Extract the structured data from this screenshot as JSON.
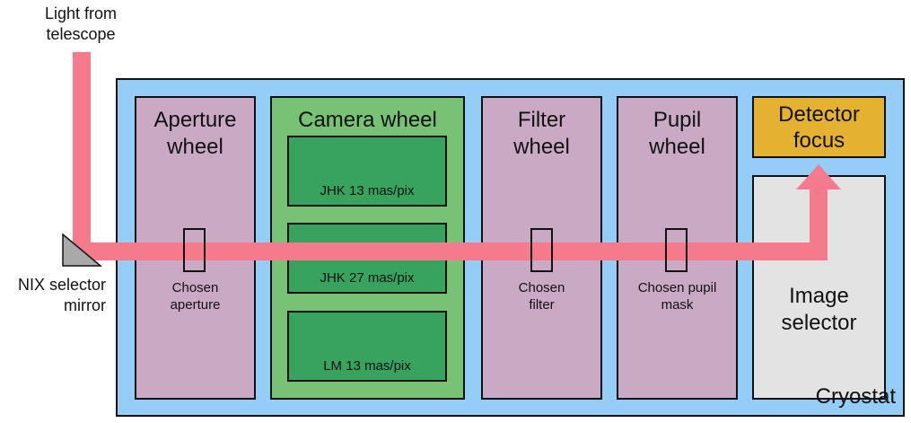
{
  "light_source": {
    "line1": "Light from",
    "line2": "telescope"
  },
  "mirror": {
    "line1": "NIX selector",
    "line2": "mirror"
  },
  "cryostat": {
    "label": "Cryostat"
  },
  "aperture_wheel": {
    "line1": "Aperture",
    "line2": "wheel",
    "chosen_line1": "Chosen",
    "chosen_line2": "aperture"
  },
  "camera_wheel": {
    "title": "Camera wheel",
    "cameras": [
      "JHK 13 mas/pix",
      "JHK 27 mas/pix",
      "LM 13 mas/pix"
    ]
  },
  "filter_wheel": {
    "line1": "Filter",
    "line2": "wheel",
    "chosen_line1": "Chosen",
    "chosen_line2": "filter"
  },
  "pupil_wheel": {
    "line1": "Pupil",
    "line2": "wheel",
    "chosen_line1": "Chosen pupil",
    "chosen_line2": "mask"
  },
  "detector_focus": {
    "line1": "Detector",
    "line2": "focus"
  },
  "image_selector": {
    "line1": "Image",
    "line2": "selector"
  },
  "colors": {
    "beam": "#f47a8c",
    "cryostat": "#93cdf8",
    "wheel": "#c9a9c4",
    "camera_wheel": "#78c275",
    "camera_slot": "#37a35f",
    "detector_focus": "#e4b230",
    "image_selector": "#e3e3e3",
    "mirror": "#a9a9a9"
  }
}
